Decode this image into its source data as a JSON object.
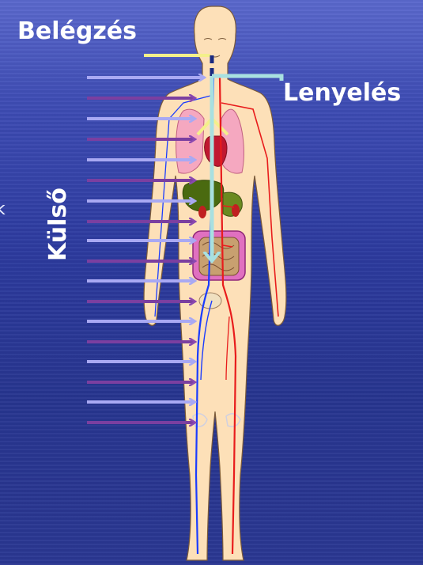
{
  "labels": {
    "inhale": "Belégzés",
    "swallow": "Lenyelés",
    "outer": "Külső",
    "edge_fragment": "k"
  },
  "colors": {
    "background": "#2c3a9e",
    "skin": "#fde0b8",
    "arrow_light": "#a9a9f3",
    "arrow_dark": "#7b3fa0",
    "airway": "#f4f08a",
    "food_path": "#a8e0e0",
    "vein": "#1a3cff",
    "artery": "#e81c1c"
  },
  "icons": [
    "human-body-figure"
  ]
}
